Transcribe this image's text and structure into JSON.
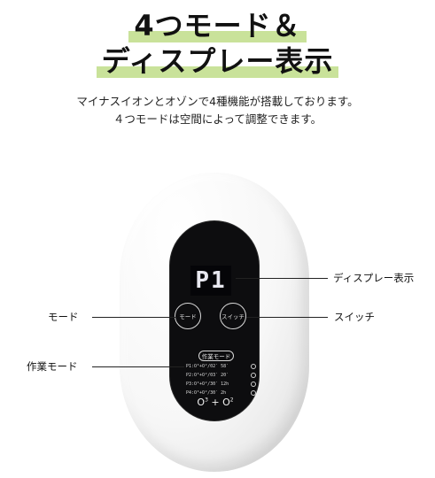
{
  "header": {
    "title_line1": "4つモード＆",
    "title_line2": "ディスプレー表示",
    "highlight_color": "#c9e29a"
  },
  "description": {
    "line1": "マイナスイオンとオゾンで4種機能が搭載しております。",
    "line2": "４つモードは空間によって調整できます。"
  },
  "device": {
    "display_text": "P1",
    "mode_button_label": "モード",
    "switch_button_label": "スイッチ",
    "mode_tag_label": "作業モード",
    "mode_rows": [
      "P1:O³+O²/02′ 58′",
      "P2:O³+O²/03′ 20′",
      "P3:O³+O²/30′ 12h",
      "P4:O³+O²/30′ 2h"
    ],
    "footer_left": "O",
    "footer_left_sup": "3",
    "footer_plus": "+",
    "footer_right": "O",
    "footer_right_sup": "2"
  },
  "callouts": {
    "display": "ディスプレー表示",
    "mode": "モード",
    "switch": "スイッチ",
    "work_mode": "作業モード"
  }
}
